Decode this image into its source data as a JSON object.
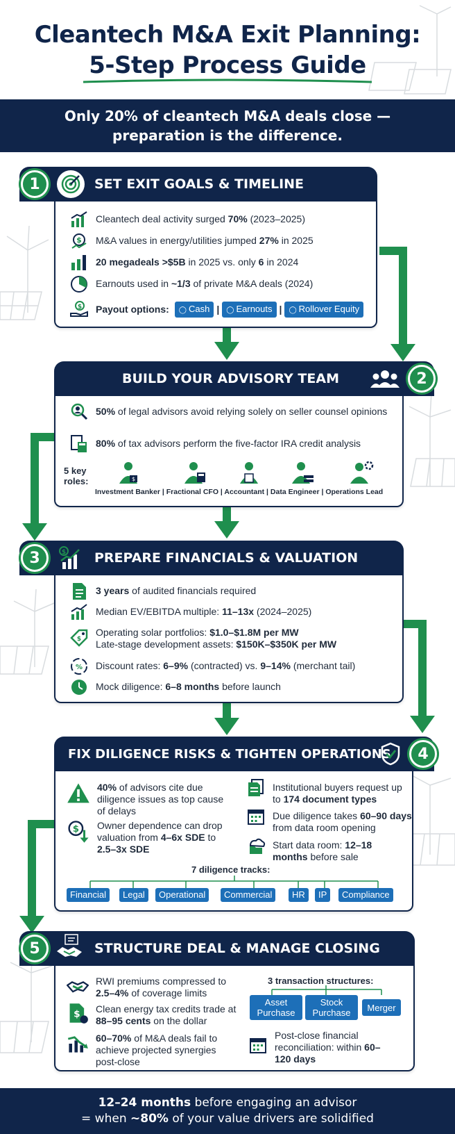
{
  "title": {
    "line1": "Cleantech M&A Exit Planning:",
    "line2": "5-Step Process Guide"
  },
  "banner_top": {
    "line1": "Only 20% of cleantech M&A deals close —",
    "line2": "preparation is the difference."
  },
  "steps": [
    {
      "number": "1",
      "title": "SET EXIT GOALS & TIMELINE",
      "icon": "target-icon",
      "items": [
        {
          "icon": "bar-chart-up-icon",
          "pre": "Cleantech deal activity surged ",
          "bold": "70%",
          "post": " (2023–2025)"
        },
        {
          "icon": "dollar-growth-icon",
          "pre": "M&A values in energy/utilities jumped ",
          "bold": "27%",
          "post": " in 2025"
        },
        {
          "icon": "bar-chart-icon",
          "pre": "",
          "bold": "20 megadeals >$5B",
          "post": " in 2025 vs. only ",
          "bold2": "6",
          "post2": " in 2024"
        },
        {
          "icon": "pie-chart-icon",
          "pre": "Earnouts used in ",
          "bold": "~1/3",
          "post": " of private M&A deals (2024)"
        }
      ],
      "payout_label": "Payout options:",
      "payout_options": [
        "Cash",
        "Earnouts",
        "Rollover Equity"
      ],
      "separator": "|"
    },
    {
      "number": "2",
      "title": "BUILD YOUR ADVISORY TEAM",
      "icon": "team-icon",
      "items": [
        {
          "icon": "search-person-icon",
          "bold": "50%",
          "post": " of legal advisors avoid relying solely on seller counsel opinions"
        },
        {
          "icon": "calculator-doc-icon",
          "bold": "80%",
          "post": " of tax advisors perform the five-factor IRA credit analysis"
        }
      ],
      "roles_label": "5 key roles:",
      "roles": [
        "Investment Banker",
        "Fractional CFO",
        "Accountant",
        "Data Engineer",
        "Operations Lead"
      ]
    },
    {
      "number": "3",
      "title": "PREPARE FINANCIALS & VALUATION",
      "icon": "finance-growth-icon",
      "items": [
        {
          "icon": "document-icon",
          "bold": "3 years",
          "post": " of audited financials required"
        },
        {
          "icon": "growth-chart-icon",
          "pre": "Median EV/EBITDA multiple: ",
          "bold": "11–13x",
          "post": " (2024–2025)"
        },
        {
          "icon": "price-tag-icon",
          "pre": "Operating solar portfolios: ",
          "bold": "$1.0–$1.8M per MW",
          "pre2": "Late-stage development assets: ",
          "bold2": "$150K–$350K per MW"
        },
        {
          "icon": "percent-arrows-icon",
          "pre": "Discount rates: ",
          "bold": "6–9%",
          "post": " (contracted) vs. ",
          "bold2": "9–14%",
          "post2": " (merchant tail)"
        },
        {
          "icon": "clock-icon",
          "pre": "Mock diligence: ",
          "bold": "6–8 months",
          "post": " before launch"
        }
      ]
    },
    {
      "number": "4",
      "title": "FIX DILIGENCE RISKS & TIGHTEN OPERATIONS",
      "icon": "shield-check-icon",
      "left_items": [
        {
          "icon": "warning-icon",
          "bold": "40%",
          "post": " of advisors cite due diligence issues as top cause of delays"
        },
        {
          "icon": "dollar-down-icon",
          "pre": "Owner dependence can drop valuation from ",
          "bold": "4–6x SDE",
          "post": " to ",
          "bold2": "2.5–3x SDE"
        }
      ],
      "right_items": [
        {
          "icon": "documents-icon",
          "pre": "Institutional buyers request up to ",
          "bold": "174 document types"
        },
        {
          "icon": "calendar-icon",
          "pre": "Due diligence takes ",
          "bold": "60–90 days",
          "post": " from data room opening"
        },
        {
          "icon": "cloud-folder-icon",
          "pre": "Start data room: ",
          "bold": "12–18 months",
          "post": " before sale"
        }
      ],
      "tracks_title": "7 diligence tracks:",
      "tracks": [
        "Financial",
        "Legal",
        "Operational",
        "Commercial",
        "HR",
        "IP",
        "Compliance"
      ]
    },
    {
      "number": "5",
      "title": "STRUCTURE DEAL & MANAGE CLOSING",
      "icon": "handshake-doc-icon",
      "left_items": [
        {
          "icon": "handshake-icon",
          "pre": "RWI premiums compressed to ",
          "bold": "2.5–4%",
          "post": " of coverage limits"
        },
        {
          "icon": "dollar-doc-icon",
          "pre": "Clean energy tax credits trade at ",
          "bold": "88–95 cents",
          "post": " on the dollar"
        },
        {
          "icon": "chart-decline-icon",
          "bold": "60–70%",
          "post": " of M&A deals fail to achieve projected synergies post-close"
        }
      ],
      "structures_title": "3 transaction structures:",
      "structures": [
        "Asset Purchase",
        "Stock Purchase",
        "Merger"
      ],
      "right_item": {
        "icon": "calendar-icon",
        "pre": "Post-close financial reconciliation: within ",
        "bold": "60–120 days"
      }
    }
  ],
  "banner_bottom": {
    "bold1": "12–24 months",
    "text1": " before engaging an advisor",
    "line2_pre": "= when ",
    "bold2": "~80%",
    "line2_post": " of your value drivers are solidified"
  },
  "colors": {
    "navy": "#10254a",
    "green": "#1f8f4e",
    "blue": "#1d6fb8"
  }
}
